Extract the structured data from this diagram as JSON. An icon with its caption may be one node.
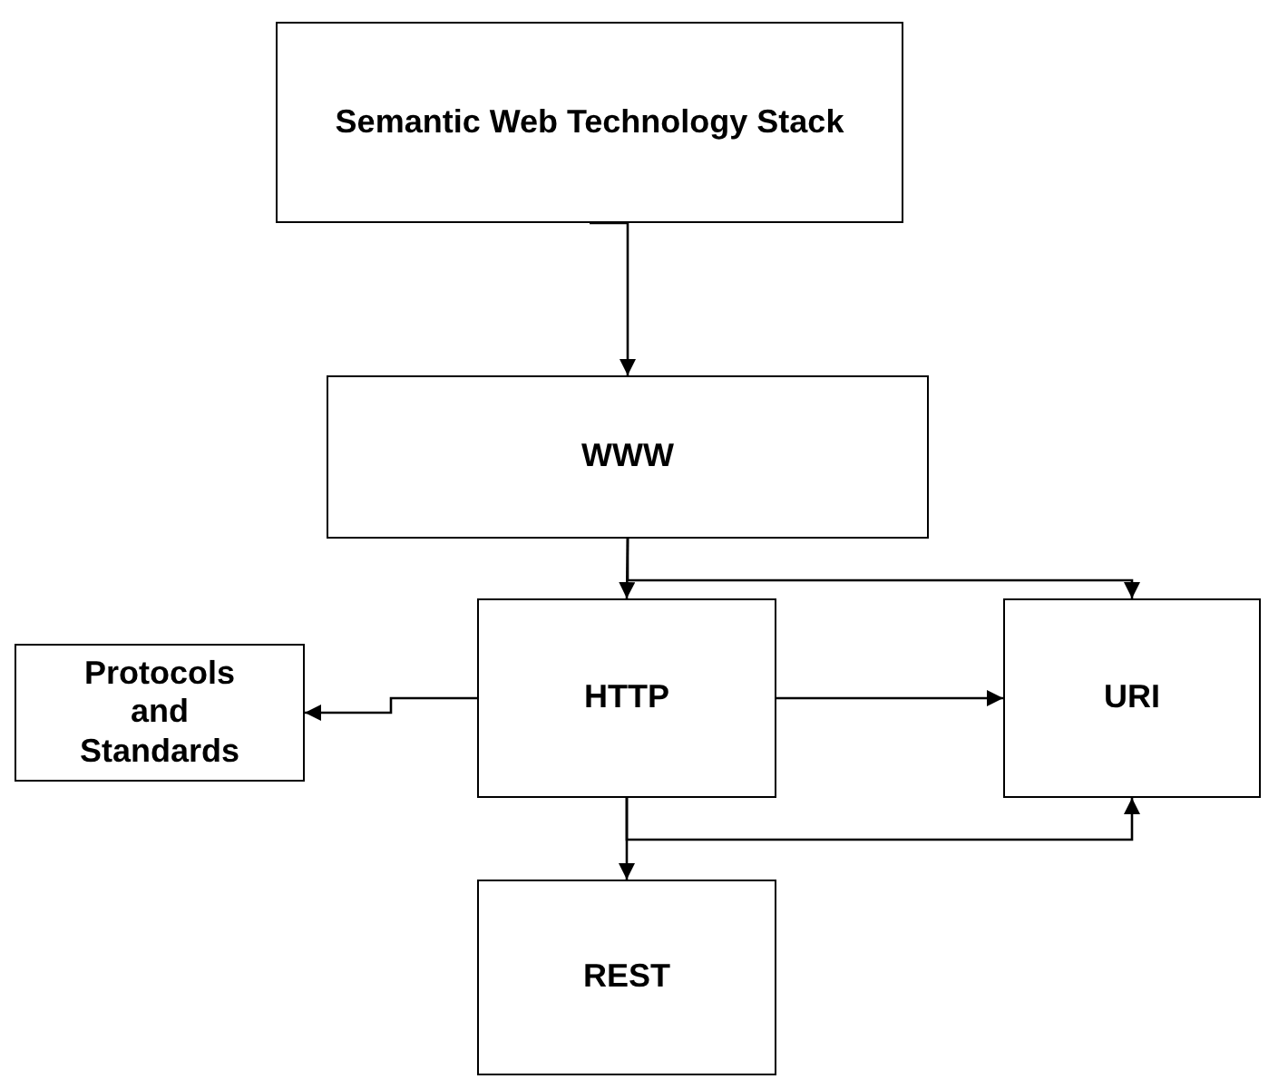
{
  "diagram": {
    "nodes": [
      {
        "text": [
          "Semantic Web Technology Stack"
        ]
      },
      {
        "text": [
          "WWW"
        ]
      },
      {
        "text": [
          "HTTP"
        ]
      },
      {
        "text": [
          "Protocols and Standards"
        ]
      },
      {
        "text": [
          "URI"
        ]
      },
      {
        "text": [
          "REST"
        ]
      }
    ],
    "edges": [
      {
        "from": 0,
        "to": 1,
        "arrow": "to"
      },
      {
        "from": 1,
        "to": 2,
        "arrow": "to"
      },
      {
        "from": 1,
        "to": 4,
        "arrow": "to"
      },
      {
        "from": 2,
        "to": 3,
        "arrow": "to"
      },
      {
        "from": 2,
        "to": 4,
        "arrow": "to"
      },
      {
        "from": 2,
        "to": 5,
        "arrow": "to"
      },
      {
        "from": 2,
        "to": 4,
        "arrow": "to"
      }
    ]
  }
}
